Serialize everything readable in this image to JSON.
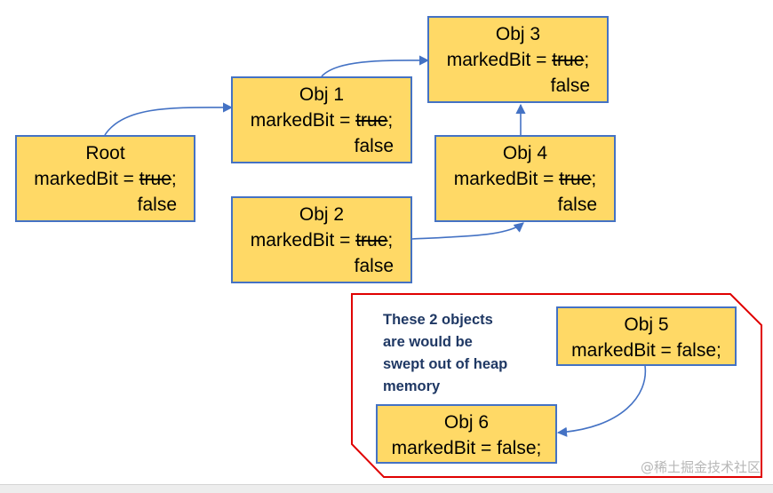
{
  "nodes": {
    "root": {
      "title": "Root",
      "mark_prefix": "markedBit = ",
      "old_value": "true",
      "suffix": ";",
      "new_value": "false"
    },
    "obj1": {
      "title": "Obj 1",
      "mark_prefix": "markedBit = ",
      "old_value": "true",
      "suffix": ";",
      "new_value": "false"
    },
    "obj2": {
      "title": "Obj 2",
      "mark_prefix": "markedBit = ",
      "old_value": "true",
      "suffix": ";",
      "new_value": "false"
    },
    "obj3": {
      "title": "Obj 3",
      "mark_prefix": "markedBit = ",
      "old_value": "true",
      "suffix": ";",
      "new_value": "false"
    },
    "obj4": {
      "title": "Obj 4",
      "mark_prefix": "markedBit = ",
      "old_value": "true",
      "suffix": ";",
      "new_value": "false"
    },
    "obj5": {
      "title": "Obj 5",
      "mark": "markedBit = false;"
    },
    "obj6": {
      "title": "Obj 6",
      "mark": "markedBit = false;"
    }
  },
  "edges": [
    {
      "from": "Root",
      "to": "Obj 1"
    },
    {
      "from": "Obj 1",
      "to": "Obj 3"
    },
    {
      "from": "Obj 2",
      "to": "Obj 4"
    },
    {
      "from": "Obj 4",
      "to": "Obj 3"
    },
    {
      "from": "Obj 5",
      "to": "Obj 6"
    }
  ],
  "note": {
    "lines": [
      "These 2 objects",
      "are would be",
      "swept out of heap",
      "memory"
    ]
  },
  "watermark": "@稀土掘金技术社区",
  "colors": {
    "box_fill": "#ffd966",
    "box_border": "#4472c4",
    "arrow": "#4472c4",
    "region_border": "#e00000",
    "note_text": "#1f3864"
  }
}
